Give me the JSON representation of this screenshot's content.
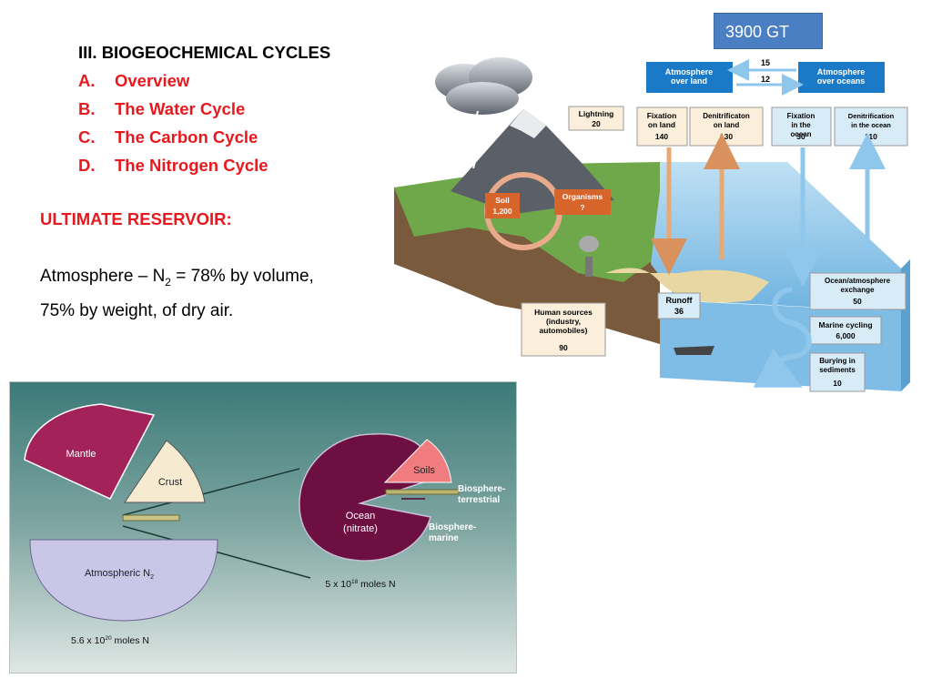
{
  "slide": {
    "title": "III. BIOGEOCHEMICAL CYCLES",
    "outline": [
      {
        "letter": "A.",
        "label": "Overview"
      },
      {
        "letter": "B.",
        "label": "The Water Cycle"
      },
      {
        "letter": "C.",
        "label": "The Carbon Cycle"
      },
      {
        "letter": "D.",
        "label": "The Nitrogen Cycle"
      }
    ],
    "reservoir_heading": "ULTIMATE RESERVOIR:",
    "atmosphere_text": {
      "prefix": "Atmosphere – N",
      "sub": "2",
      "suffix": " = 78% by volume, 75% by weight, of dry air."
    },
    "badge": "3900 GT"
  },
  "nitrogen_cycle": {
    "atm_land": "Atmosphere over land",
    "atm_oceans": "Atmosphere over oceans",
    "flow_15": "15",
    "flow_12": "12",
    "lightning": {
      "label": "Lightning",
      "value": "20"
    },
    "fixation_land": {
      "label": "Fixation on land",
      "value": "140"
    },
    "denit_land": {
      "label": "Denitrificaton on land",
      "value": "130"
    },
    "fixation_ocean": {
      "label": "Fixation in the ocean",
      "value": "30"
    },
    "denit_ocean": {
      "label": "Denitrification in the ocean",
      "value": "110"
    },
    "soil": {
      "label": "Soil",
      "value": "1,200"
    },
    "organisms": {
      "label": "Organisms",
      "value": "?"
    },
    "runoff": {
      "label": "Runoff",
      "value": "36"
    },
    "human": {
      "label": "Human sources (industry, automobiles)",
      "value": "90"
    },
    "exchange": {
      "label": "Ocean/atmosphere exchange",
      "value": "50"
    },
    "marine": {
      "label": "Marine cycling",
      "value": "6,000"
    },
    "burying": {
      "label": "Burying in sediments",
      "value": "10"
    }
  },
  "reservoirs": {
    "mantle": "Mantle",
    "crust": "Crust",
    "atmospheric": "Atmospheric N",
    "atmospheric_sub": "2",
    "ocean_line1": "Ocean",
    "ocean_line2": "(nitrate)",
    "soils": "Soils",
    "bio_terr_1": "Biosphere-",
    "bio_terr_2": "terrestrial",
    "bio_marine_1": "Biosphere-",
    "bio_marine_2": "marine",
    "left_total": {
      "base": "5.6 x 10",
      "exp": "20",
      "unit": " moles N"
    },
    "right_total": {
      "base": "5 x 10",
      "exp": "18",
      "unit": " moles N"
    }
  },
  "colors": {
    "red": "#e8191e",
    "badge_blue": "#4a7fc4",
    "box_blue": "#1a7ac8",
    "mantle": "#a3225a",
    "crust": "#f6ead0",
    "atmosphere": "#c9c6e8",
    "ocean": "#6e0f42",
    "soils": "#f07c80"
  }
}
